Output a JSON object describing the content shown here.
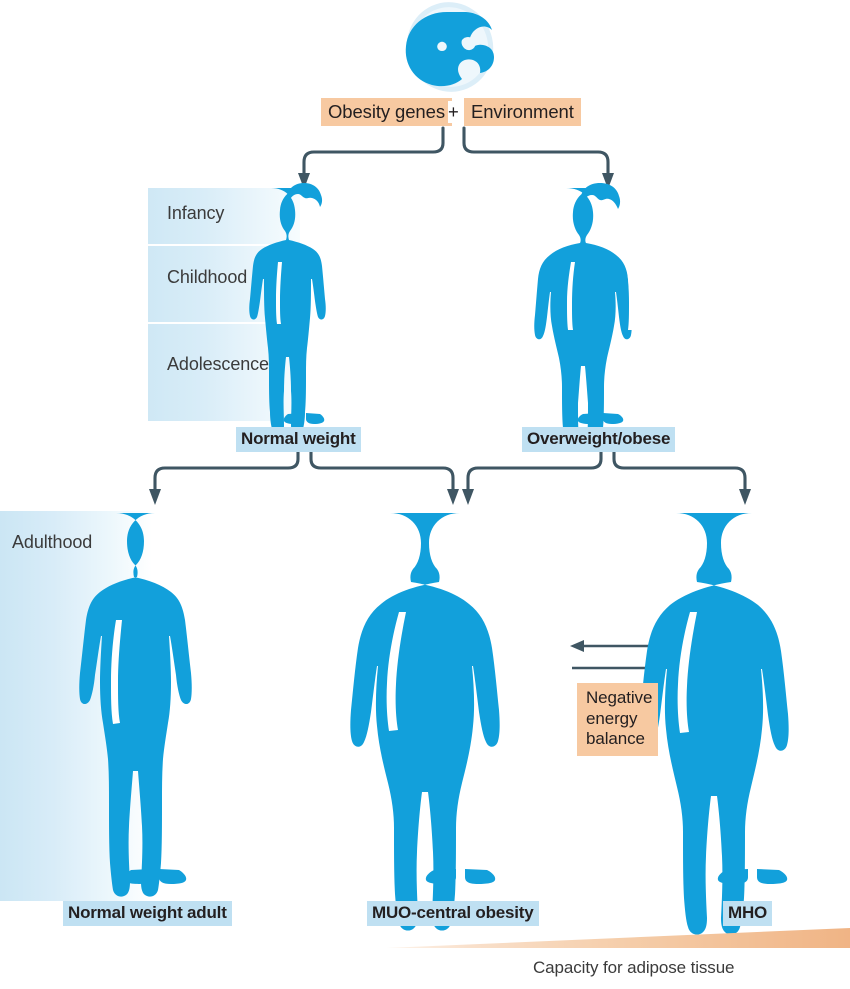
{
  "figure": {
    "title": "Development of obesity phenotypes from genes and environment",
    "accent_blue": "#12a0db",
    "label_blue_bg": "#bfe0f2",
    "label_peach_bg": "#f7c9a1",
    "connector_color": "#3f5663",
    "band_blue": "#cfe8f5"
  },
  "origin": {
    "embryo_icon": "embryo-icon",
    "genes_label": "Obesity genes",
    "plus": "+",
    "environment_label": "Environment"
  },
  "stages": {
    "childhood": [
      {
        "label": "Infancy"
      },
      {
        "label": "Childhood"
      },
      {
        "label": "Adolescence"
      }
    ],
    "adult": [
      {
        "label": "Adulthood"
      }
    ]
  },
  "children": [
    {
      "id": "normal-weight-child",
      "label": "Normal weight",
      "body_type": "lean"
    },
    {
      "id": "overweight-obese-child",
      "label": "Overweight/obese",
      "body_type": "obese"
    }
  ],
  "adults": [
    {
      "id": "normal-weight-adult",
      "label": "Normal weight adult",
      "body_type": "lean"
    },
    {
      "id": "muo-central-obesity-adult",
      "label": "MUO-central obesity",
      "body_type": "central-obese"
    },
    {
      "id": "mho-adult",
      "label": "MHO",
      "body_type": "obese"
    }
  ],
  "exchange": {
    "box_label": "Negative\nenergy\nbalance",
    "box_lines": [
      "Negative",
      "energy",
      "balance"
    ],
    "arrow_left": "left-arrow",
    "arrow_right": "right-arrow"
  },
  "capacity": {
    "caption": "Capacity for adipose tissue",
    "direction": "increasing-left-to-right",
    "color": "#f3bd92"
  },
  "chart_data": {
    "type": "diagram",
    "title": "Development of obesity phenotypes",
    "nodes": [
      {
        "id": "embryo",
        "label": "Embryo",
        "level": 0
      },
      {
        "id": "genes",
        "label": "Obesity genes",
        "level": 1
      },
      {
        "id": "environment",
        "label": "Environment",
        "level": 1
      },
      {
        "id": "normal-weight-child",
        "label": "Normal weight",
        "level": 2
      },
      {
        "id": "overweight-obese-child",
        "label": "Overweight/obese",
        "level": 2
      },
      {
        "id": "normal-weight-adult",
        "label": "Normal weight adult",
        "level": 3
      },
      {
        "id": "muo-central-obesity-adult",
        "label": "MUO-central obesity",
        "level": 3
      },
      {
        "id": "mho-adult",
        "label": "MHO",
        "level": 3
      }
    ],
    "edges": [
      {
        "from": "genes",
        "to": "normal-weight-child"
      },
      {
        "from": "genes",
        "to": "overweight-obese-child"
      },
      {
        "from": "environment",
        "to": "normal-weight-child"
      },
      {
        "from": "environment",
        "to": "overweight-obese-child"
      },
      {
        "from": "normal-weight-child",
        "to": "normal-weight-adult"
      },
      {
        "from": "normal-weight-child",
        "to": "muo-central-obesity-adult"
      },
      {
        "from": "overweight-obese-child",
        "to": "muo-central-obesity-adult"
      },
      {
        "from": "overweight-obese-child",
        "to": "mho-adult"
      },
      {
        "from": "mho-adult",
        "to": "muo-central-obesity-adult",
        "label": "Negative energy balance",
        "bidirectional": true
      }
    ],
    "axis_annotation": {
      "label": "Capacity for adipose tissue",
      "direction": "increases to the right"
    }
  }
}
